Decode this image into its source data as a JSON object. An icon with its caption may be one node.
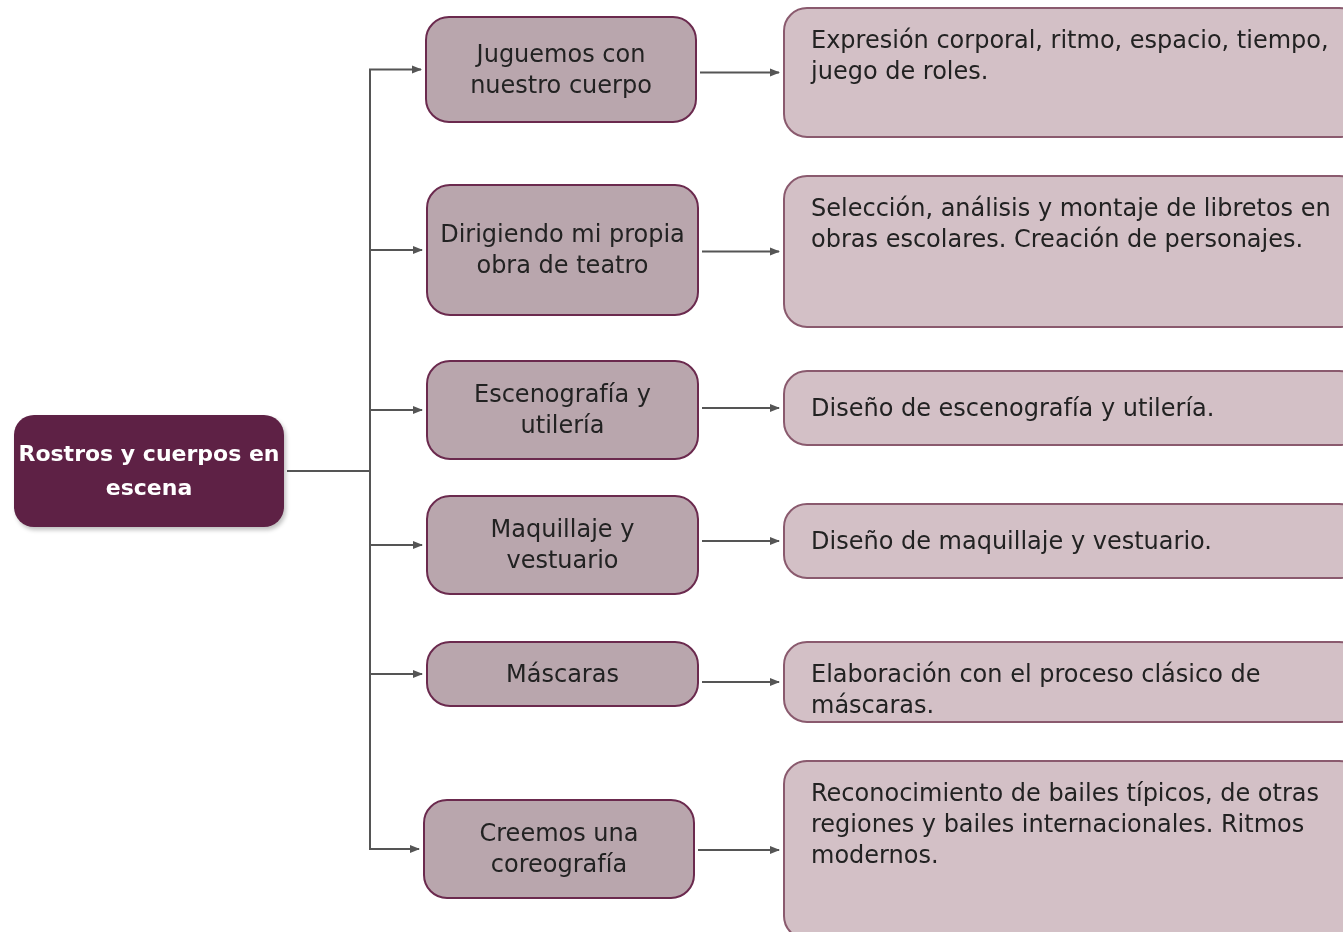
{
  "diagram": {
    "nodes": [
      {
        "text": [
          "Rostros y cuerpos en escena"
        ]
      },
      {
        "text": [
          "Juguemos con nuestro cuerpo"
        ]
      },
      {
        "text": [
          "Dirigiendo mi propia obra de teatro"
        ]
      },
      {
        "text": [
          "Escenografía y utilería"
        ]
      },
      {
        "text": [
          "Maquillaje y vestuario"
        ]
      },
      {
        "text": [
          "Máscaras"
        ]
      },
      {
        "text": [
          "Creemos una coreografía"
        ]
      },
      {
        "text": [
          "Expresión corporal, ritmo, espacio, tiempo, juego de roles."
        ]
      },
      {
        "text": [
          "Selección, análisis y montaje de libretos en obras escolares. Creación de personajes."
        ]
      },
      {
        "text": [
          "Diseño de escenografía y utilería."
        ]
      },
      {
        "text": [
          "Diseño de maquillaje y vestuario."
        ]
      },
      {
        "text": [
          "Elaboración con el proceso clásico de máscaras."
        ]
      },
      {
        "text": [
          "Reconocimiento de bailes típicos, de otras regiones y bailes internacionales. Ritmos modernos."
        ]
      }
    ],
    "edges": [
      {
        "from": 0,
        "to": 1,
        "arrow": "to"
      },
      {
        "from": 0,
        "to": 2,
        "arrow": "to"
      },
      {
        "from": 0,
        "to": 3,
        "arrow": "to"
      },
      {
        "from": 0,
        "to": 4,
        "arrow": "to"
      },
      {
        "from": 0,
        "to": 5,
        "arrow": "to"
      },
      {
        "from": 0,
        "to": 6,
        "arrow": "to"
      },
      {
        "from": 1,
        "to": 7,
        "arrow": "to"
      },
      {
        "from": 2,
        "to": 8,
        "arrow": "to"
      },
      {
        "from": 3,
        "to": 9,
        "arrow": "to"
      },
      {
        "from": 4,
        "to": 10,
        "arrow": "to"
      },
      {
        "from": 5,
        "to": 11,
        "arrow": "to"
      },
      {
        "from": 6,
        "to": 12,
        "arrow": "to"
      }
    ]
  }
}
